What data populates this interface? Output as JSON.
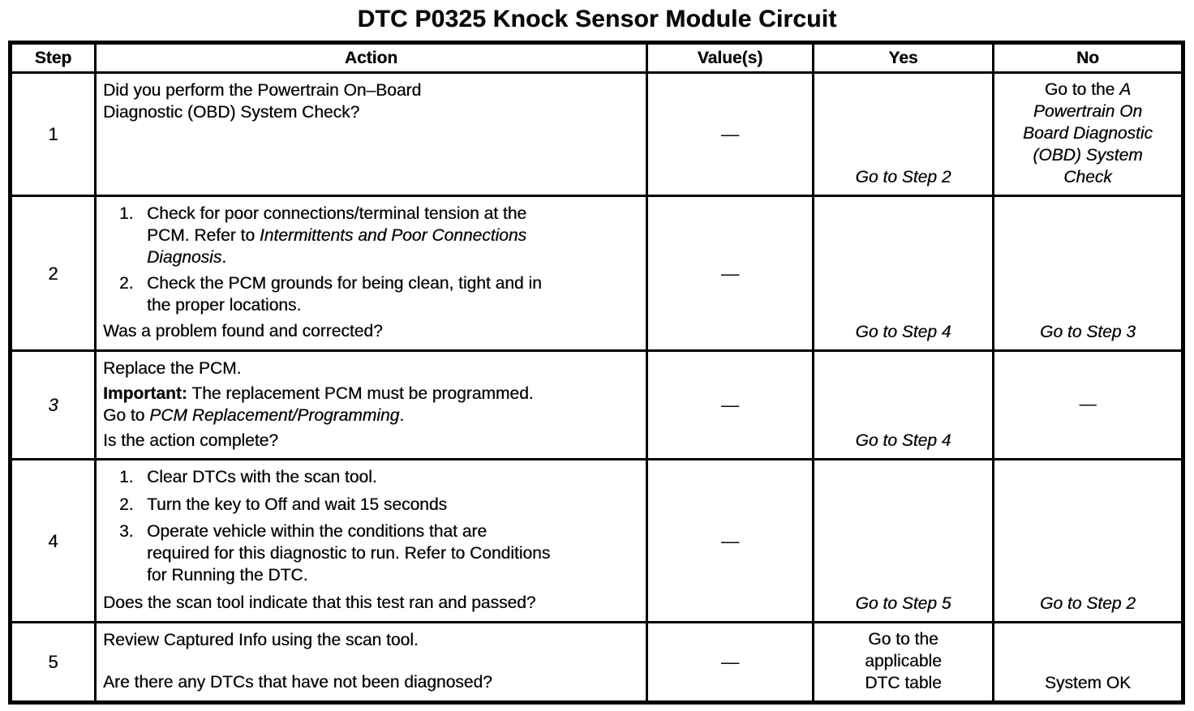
{
  "title": "DTC P0325 Knock Sensor Module Circuit",
  "table": {
    "headers": [
      "Step",
      "Action",
      "Value(s)",
      "Yes",
      "No"
    ],
    "rows": [
      {
        "step": "1",
        "action": [
          {
            "type": "p",
            "runs": [
              {
                "t": "Did you perform the Powertrain On–Board\nDiagnostic (OBD) System Check?"
              }
            ]
          }
        ],
        "value": "—",
        "yes": {
          "valign": "bottom",
          "runs": [
            {
              "t": "Go to Step 2",
              "i": true
            }
          ]
        },
        "no": {
          "valign": "top",
          "runs": [
            {
              "t": "Go to the "
            },
            {
              "t": "A\nPowertrain On\nBoard Diagnostic\n(OBD) System\nCheck",
              "i": true
            }
          ]
        }
      },
      {
        "step": "2",
        "action": [
          {
            "type": "li",
            "n": "1.",
            "runs": [
              {
                "t": "Check for poor connections/terminal tension at the\nPCM. Refer to "
              },
              {
                "t": "Intermittents and Poor Connections\nDiagnosis",
                "i": true
              },
              {
                "t": "."
              }
            ]
          },
          {
            "type": "li",
            "n": "2.",
            "runs": [
              {
                "t": "Check the PCM grounds for being clean, tight and in\nthe proper locations."
              }
            ]
          },
          {
            "type": "p",
            "runs": [
              {
                "t": "Was a problem found and corrected?"
              }
            ]
          }
        ],
        "value": "—",
        "yes": {
          "valign": "bottom",
          "runs": [
            {
              "t": "Go to Step 4",
              "i": true
            }
          ]
        },
        "no": {
          "valign": "bottom",
          "runs": [
            {
              "t": "Go to Step 3",
              "i": true
            }
          ]
        }
      },
      {
        "step": "3",
        "step_italic": true,
        "action": [
          {
            "type": "p",
            "runs": [
              {
                "t": "Replace the PCM."
              }
            ]
          },
          {
            "type": "p",
            "runs": [
              {
                "t": "Important:",
                "b": true
              },
              {
                "t": " The replacement PCM must be programmed.\nGo to "
              },
              {
                "t": "PCM Replacement/Programming",
                "i": true
              },
              {
                "t": "."
              }
            ]
          },
          {
            "type": "p",
            "runs": [
              {
                "t": "Is the action complete?"
              }
            ]
          }
        ],
        "value": "—",
        "yes": {
          "valign": "bottom",
          "runs": [
            {
              "t": "Go to Step 4",
              "i": true
            }
          ]
        },
        "no": {
          "valign": "middle",
          "runs": [
            {
              "t": "—"
            }
          ]
        }
      },
      {
        "step": "4",
        "action": [
          {
            "type": "li",
            "n": "1.",
            "runs": [
              {
                "t": "Clear DTCs with the scan tool."
              }
            ]
          },
          {
            "type": "li",
            "n": "2.",
            "runs": [
              {
                "t": "Turn the key to Off and wait 15 seconds"
              }
            ]
          },
          {
            "type": "li",
            "n": "3.",
            "runs": [
              {
                "t": "Operate vehicle within the conditions that are\nrequired for this diagnostic to run. Refer to Conditions\nfor Running the DTC."
              }
            ]
          },
          {
            "type": "p",
            "runs": [
              {
                "t": "Does the scan tool indicate that this test ran and passed?"
              }
            ]
          }
        ],
        "value": "—",
        "yes": {
          "valign": "bottom",
          "runs": [
            {
              "t": "Go to Step 5",
              "i": true
            }
          ]
        },
        "no": {
          "valign": "bottom",
          "runs": [
            {
              "t": "Go to Step 2",
              "i": true
            }
          ]
        }
      },
      {
        "step": "5",
        "action": [
          {
            "type": "p",
            "runs": [
              {
                "t": "Review Captured Info using the scan tool."
              }
            ]
          },
          {
            "type": "p",
            "runs": [
              {
                "t": "Are there any DTCs that have not been diagnosed?"
              }
            ]
          }
        ],
        "value": "—",
        "yes": {
          "valign": "middle",
          "runs": [
            {
              "t": "Go to the\napplicable\nDTC table"
            }
          ]
        },
        "no": {
          "valign": "bottom",
          "runs": [
            {
              "t": "System OK"
            }
          ]
        }
      }
    ]
  }
}
